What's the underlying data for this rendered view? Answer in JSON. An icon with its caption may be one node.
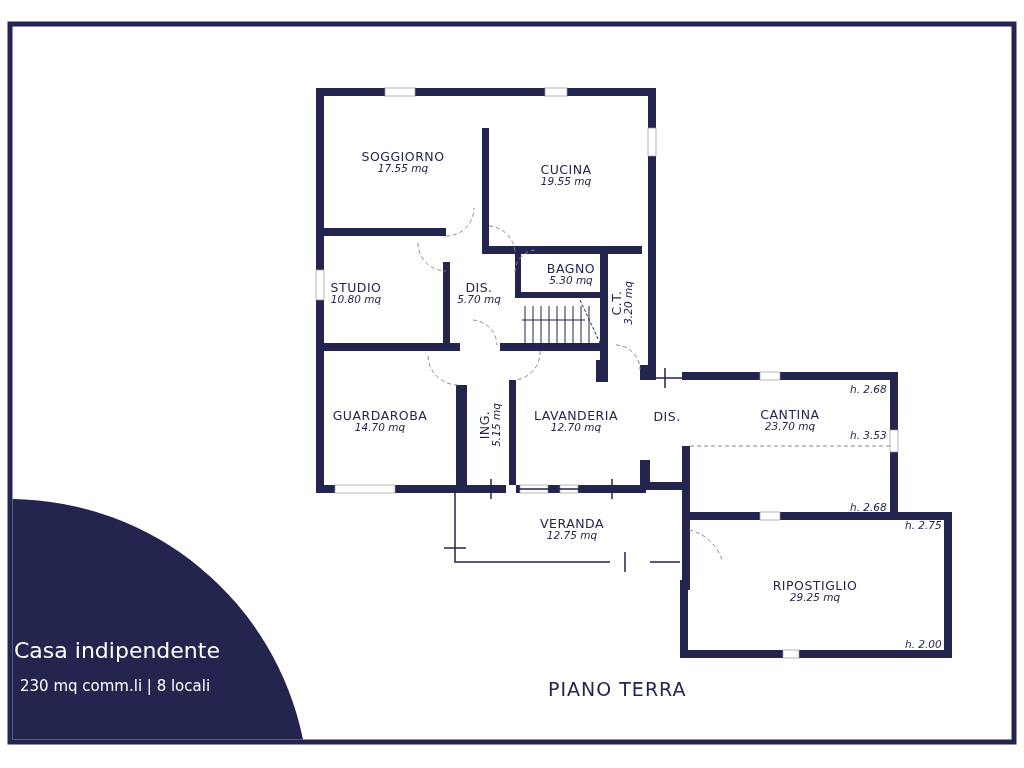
{
  "diagram": {
    "title": "PIANO TERRA",
    "nodes": [
      {
        "text": [
          "SOGGIORNO",
          "17.55 mq"
        ]
      },
      {
        "text": [
          "CUCINA",
          "19.55 mq"
        ]
      },
      {
        "text": [
          "STUDIO",
          "10.80 mq"
        ]
      },
      {
        "text": [
          "DIS.",
          "5.70 mq"
        ]
      },
      {
        "text": [
          "BAGNO",
          "5.30 mq"
        ]
      },
      {
        "text": [
          "C.T.",
          "3.20 mq"
        ]
      },
      {
        "text": [
          "GUARDAROBA",
          "14.70 mq"
        ]
      },
      {
        "text": [
          "ING.",
          "5.15 mq"
        ]
      },
      {
        "text": [
          "LAVANDERIA",
          "12.70 mq"
        ]
      },
      {
        "text": [
          "DIS."
        ]
      },
      {
        "text": [
          "CANTINA",
          "23.70 mq"
        ]
      },
      {
        "text": [
          "VERANDA",
          "12.75 mq"
        ]
      },
      {
        "text": [
          "RIPOSTIGLIO",
          "29.25 mq"
        ]
      }
    ],
    "labels": [
      "h. 2.68",
      "h. 3.53",
      "h. 2.68",
      "h. 2.75",
      "h. 2.00",
      "Casa indipendente",
      "230 mq comm.li | 8 locali"
    ]
  }
}
